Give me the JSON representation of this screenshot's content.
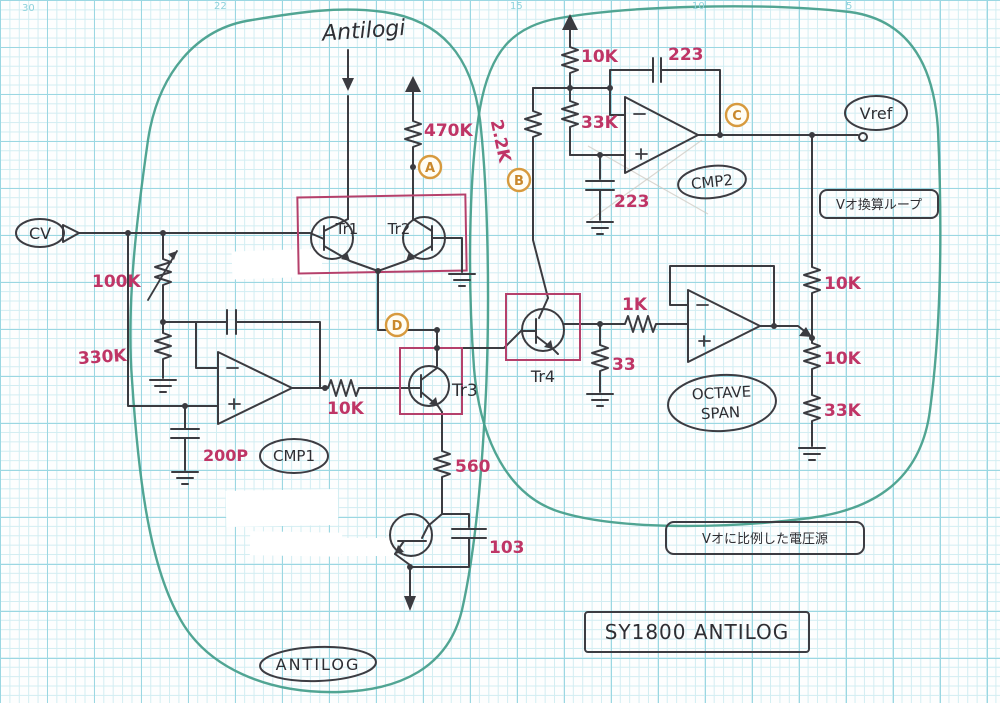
{
  "ruler_top": [
    "30",
    "22",
    "15",
    "10",
    "5"
  ],
  "title": "SY1800 ANTILOG",
  "left": {
    "input": "Antilogi",
    "cv": "CV",
    "r470k": "470K",
    "tr1": "Tr1",
    "tr2": "Tr2",
    "tr3": "Tr3",
    "r100k": "100K",
    "r330k": "330K",
    "r10k": "10K",
    "c200p": "200P",
    "cmp1": "CMP1",
    "r560": "560",
    "c103": "103",
    "node_a": "A",
    "node_d": "D",
    "section": "ANTILOG"
  },
  "right": {
    "r10k_top": "10K",
    "r33k_top": "33K",
    "c223_fb": "223",
    "r22k": "2.2K",
    "c223": "223",
    "cmp2": "CMP2",
    "node_b": "B",
    "node_c": "C",
    "vref": "Vref",
    "note_loop": "Vオ換算ループ",
    "tr4": "Tr4",
    "r1k": "1K",
    "r33": "33",
    "octave": "OCTAVE",
    "span": "SPAN",
    "r10k_a": "10K",
    "r10k_b": "10K",
    "r33k_b": "33K",
    "note_source": "Vオに比例した電圧源"
  }
}
